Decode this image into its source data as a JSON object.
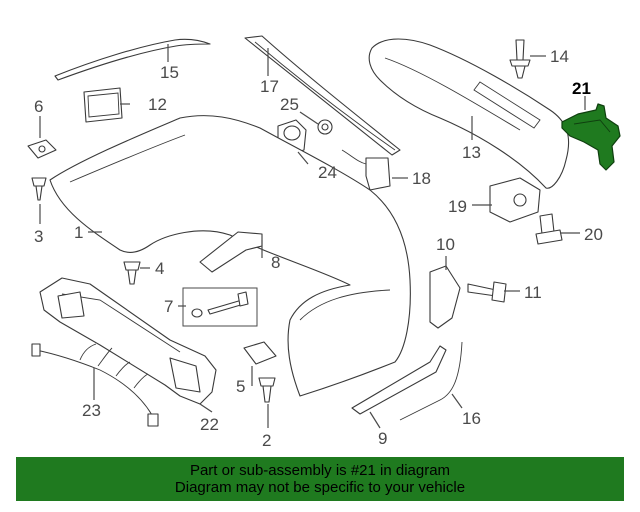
{
  "callouts": {
    "c1": "1",
    "c2": "2",
    "c3": "3",
    "c4": "4",
    "c5": "5",
    "c6": "6",
    "c7": "7",
    "c8": "8",
    "c9": "9",
    "c10": "10",
    "c11": "11",
    "c12": "12",
    "c13": "13",
    "c14": "14",
    "c15": "15",
    "c16": "16",
    "c17": "17",
    "c18": "18",
    "c19": "19",
    "c20": "20",
    "c21": "21",
    "c22": "22",
    "c23": "23",
    "c24": "24",
    "c25": "25"
  },
  "highlight": {
    "part_number": "21",
    "color": "#1f7a1f"
  },
  "banner": {
    "line1": "Part or sub-assembly is #21 in diagram",
    "line2": "Diagram may not be specific to your vehicle",
    "background": "#1f7a1f"
  }
}
